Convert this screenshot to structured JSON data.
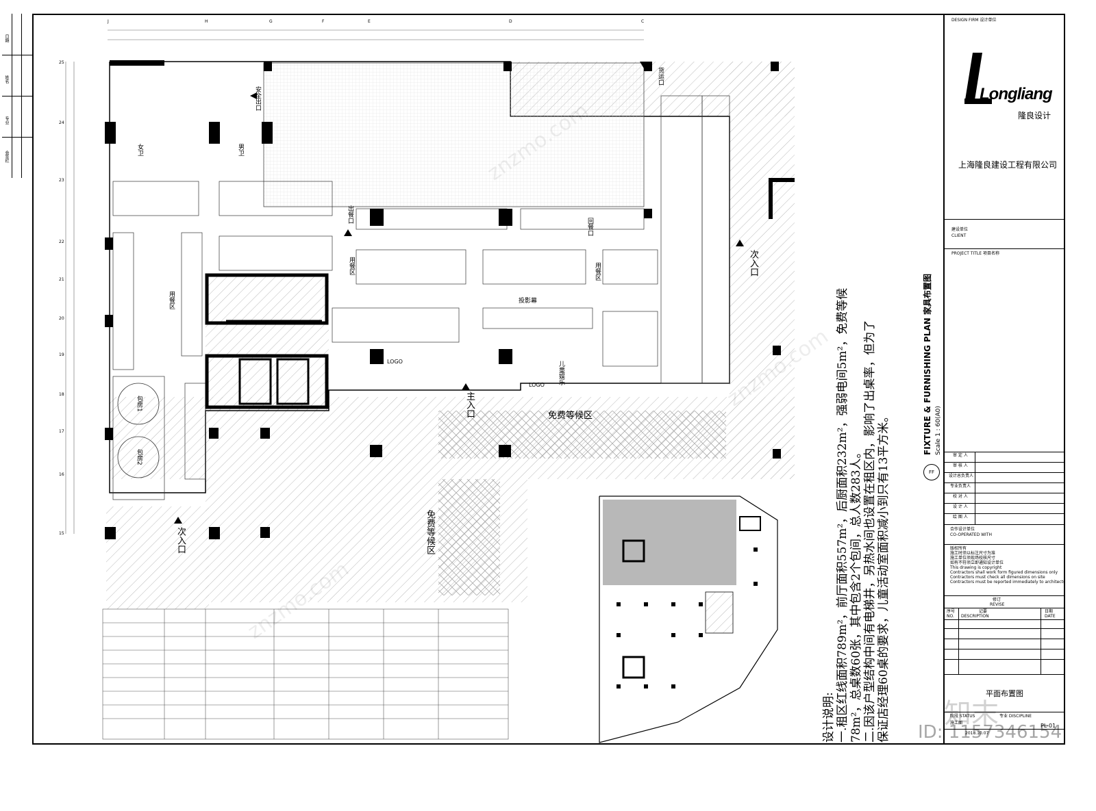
{
  "sheet": {
    "grid_cols": [
      "J",
      "H",
      "G",
      "F",
      "E",
      "D",
      "C"
    ],
    "grid_rows": [
      "25",
      "24",
      "23",
      "22",
      "21",
      "20",
      "19",
      "18",
      "17",
      "16",
      "15"
    ],
    "left_margin_labels": [
      "日期",
      "姓名",
      "专业",
      "会签栏"
    ]
  },
  "plan": {
    "labels": {
      "safe_exit": "安全出口",
      "exit_meal": "出餐口",
      "return_dish": "回餐口",
      "dining_left": "用餐区",
      "dining_mid": "用餐区",
      "dining_right": "用餐区",
      "projection": "投影幕",
      "kids": "儿童娱乐",
      "room1": "包房1",
      "room2": "包房2",
      "main_entrance": "主入口",
      "secondary_entrance_left": "次入口",
      "secondary_entrance_right": "次入口",
      "waiting_area_1": "免费等候区",
      "waiting_area_2": "免费等候区",
      "cargo_exit": "货运口",
      "logo": "LOGO",
      "logo2": "LOGO",
      "female_wc": "女卫",
      "male_wc": "男卫"
    }
  },
  "notes": {
    "title": "设计说明:",
    "lines": [
      "一.租区红线面积789m²，前厅面积557m²，后厨面积232m²，强弱电间5m²，免费等候",
      "78m²，总桌数60张，其中包含2个包间，总人数283人。",
      "二.因该户型结构中间有电梯井，另热水间也设置在租区内，影响了出桌率，但为了",
      "保证店经理60桌的要求，儿童活动室面积减小到只有13平方米。"
    ]
  },
  "drawing_title": {
    "main": "FIXTURE & FURNISHING PLAN  家具布置图",
    "scale": "Scale 1 : 60(A0)",
    "code": "FF"
  },
  "title_block": {
    "design_firm_label": "DESIGN FIRM  设计单位",
    "logo_text": "Longliang",
    "logo_sub": "隆良设计",
    "company": "上海隆良建设工程有限公司",
    "client_label": "建设单位",
    "client_en": "CLIENT",
    "project_title_label": "PROJECT TITLE  项目名称",
    "roles": [
      "审 定 人",
      "审 核 人",
      "设计总负责人",
      "专业负责人",
      "校 对 人",
      "设 计 人",
      "绘 图 人"
    ],
    "cooperated_label": "合作设计单位",
    "cooperated_en": "CO-OPERATED WITH",
    "copyright_lines": [
      "版权所有",
      "施工时须以标注尺寸为准",
      "施工单位须现场校核尺寸",
      "如有不符须立即通知设计单位",
      "This drawing is copyright",
      "Contractors shall work form figured dimensions only",
      "Contractors must check all dimensions on site",
      "Contractors must be reported immediately to architects"
    ],
    "revise_label": "修订",
    "revise_en": "REVISE",
    "rev_cols": [
      "序号",
      "记要",
      "日期"
    ],
    "rev_cols_en": [
      "NO.",
      "DESCRIPTION",
      "DATE"
    ],
    "sheet_title": "平面布置图",
    "status_label": "阶段 STATUS",
    "status_value": "施工图",
    "discipline_label": "专业 DISCIPLINE",
    "date_value": "2018.10.07",
    "sheet_no": "PL-01"
  },
  "watermark": {
    "brand": "知末",
    "site": "znzmo.com",
    "id_text": "ID: 1157346154"
  }
}
